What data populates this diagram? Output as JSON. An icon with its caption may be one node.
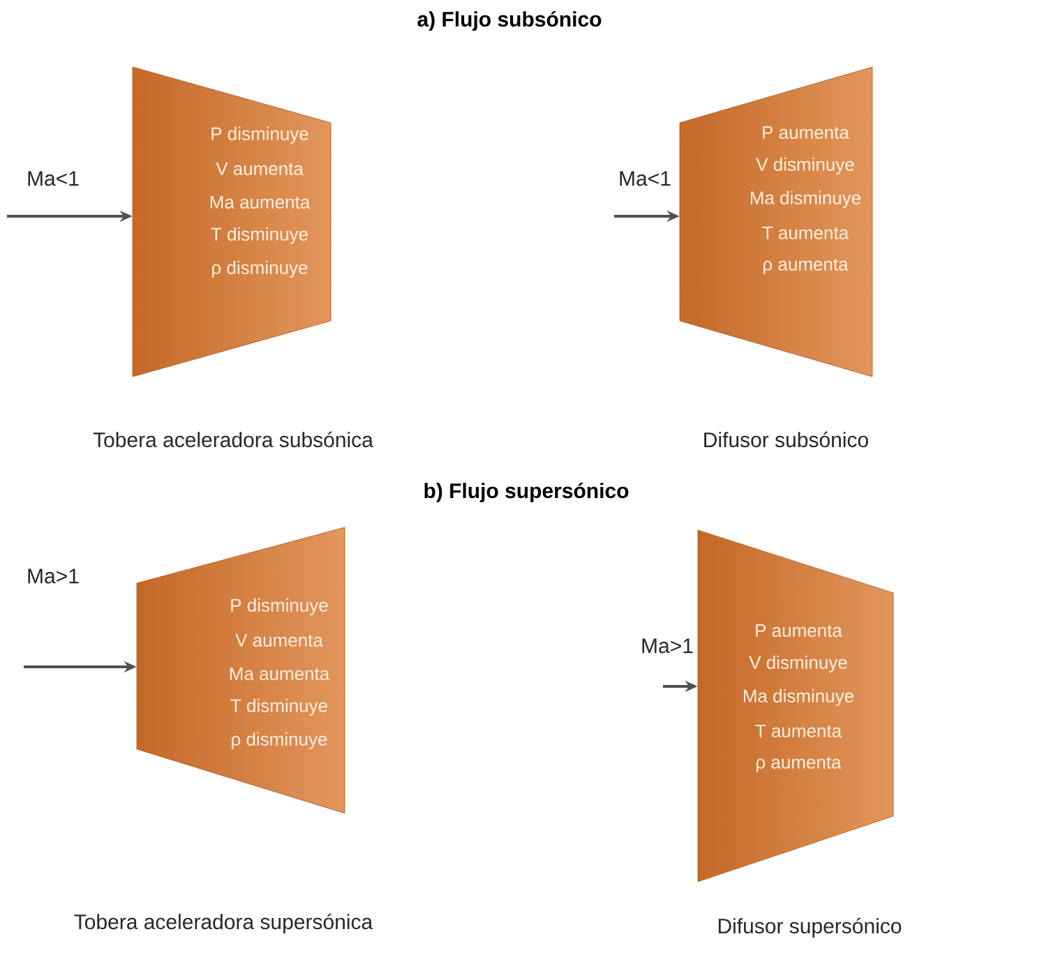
{
  "diagram": {
    "nodes": [
      {
        "text": [
          "P disminuye",
          "V aumenta",
          "Ma aumenta",
          "T disminuye",
          "ρ disminuye"
        ]
      },
      {
        "text": [
          "P aumenta",
          "V disminuye",
          "Ma disminuye",
          "T aumenta",
          "ρ aumenta"
        ]
      },
      {
        "text": [
          "P disminuye",
          "V aumenta",
          "Ma aumenta",
          "T disminuye",
          "ρ disminuye"
        ]
      },
      {
        "text": [
          "P aumenta",
          "V disminuye",
          "Ma disminuye",
          "T aumenta",
          "ρ aumenta"
        ]
      }
    ],
    "edges": [
      {
        "from": null,
        "to": 0,
        "arrow": "to",
        "label": "Ma<1"
      },
      {
        "from": null,
        "to": 1,
        "arrow": "to",
        "label": "Ma<1"
      },
      {
        "from": null,
        "to": 2,
        "arrow": "to",
        "label": "Ma>1"
      },
      {
        "from": null,
        "to": 3,
        "arrow": "to",
        "label": "Ma>1"
      }
    ],
    "labels": [
      "a) Flujo subsónico",
      "Tobera aceleradora subsónica",
      "Difusor subsónico",
      "b) Flujo supersónico",
      "Tobera aceleradora supersónica",
      "Difusor supersónico"
    ]
  }
}
